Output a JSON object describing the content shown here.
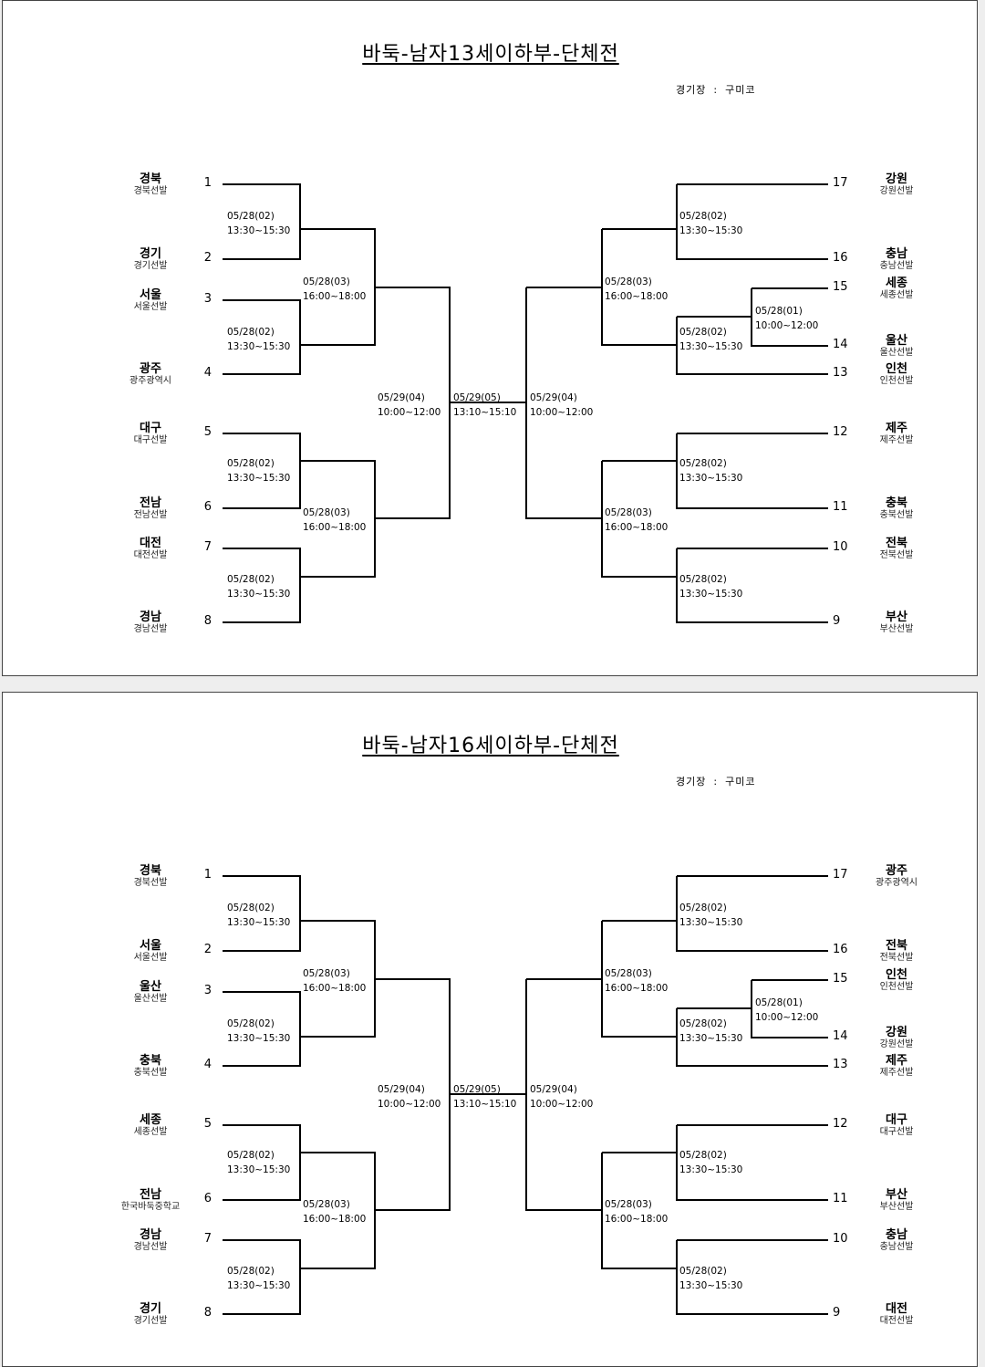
{
  "brackets": [
    {
      "title": "바둑-남자13세이하부-단체전",
      "venue_label": "경기장",
      "venue": "구미코",
      "left_teams": [
        {
          "seed": "1",
          "name": "경북",
          "sub": "경북선발"
        },
        {
          "seed": "2",
          "name": "경기",
          "sub": "경기선발"
        },
        {
          "seed": "3",
          "name": "서울",
          "sub": "서울선발"
        },
        {
          "seed": "4",
          "name": "광주",
          "sub": "광주광역시"
        },
        {
          "seed": "5",
          "name": "대구",
          "sub": "대구선발"
        },
        {
          "seed": "6",
          "name": "전남",
          "sub": "전남선발"
        },
        {
          "seed": "7",
          "name": "대전",
          "sub": "대전선발"
        },
        {
          "seed": "8",
          "name": "경남",
          "sub": "경남선발"
        }
      ],
      "right_teams": [
        {
          "seed": "17",
          "name": "강원",
          "sub": "강원선발"
        },
        {
          "seed": "16",
          "name": "충남",
          "sub": "충남선발"
        },
        {
          "seed": "15",
          "name": "세종",
          "sub": "세종선발"
        },
        {
          "seed": "14",
          "name": "울산",
          "sub": "울산선발"
        },
        {
          "seed": "13",
          "name": "인천",
          "sub": "인천선발"
        },
        {
          "seed": "12",
          "name": "제주",
          "sub": "제주선발"
        },
        {
          "seed": "11",
          "name": "충북",
          "sub": "충북선발"
        },
        {
          "seed": "10",
          "name": "전북",
          "sub": "전북선발"
        },
        {
          "seed": "9",
          "name": "부산",
          "sub": "부산선발"
        }
      ],
      "schedules": {
        "r1": [
          "05/28(02)",
          "13:30~15:30"
        ],
        "qf": [
          "05/28(03)",
          "16:00~18:00"
        ],
        "sf": [
          "05/29(04)",
          "10:00~12:00"
        ],
        "final": [
          "05/29(05)",
          "13:10~15:10"
        ],
        "pre": [
          "05/28(01)",
          "10:00~12:00"
        ]
      }
    },
    {
      "title": "바둑-남자16세이하부-단체전",
      "venue_label": "경기장",
      "venue": "구미코",
      "left_teams": [
        {
          "seed": "1",
          "name": "경북",
          "sub": "경북선발"
        },
        {
          "seed": "2",
          "name": "서울",
          "sub": "서울선발"
        },
        {
          "seed": "3",
          "name": "울산",
          "sub": "울산선발"
        },
        {
          "seed": "4",
          "name": "충북",
          "sub": "충북선발"
        },
        {
          "seed": "5",
          "name": "세종",
          "sub": "세종선발"
        },
        {
          "seed": "6",
          "name": "전남",
          "sub": "한국바둑중학교"
        },
        {
          "seed": "7",
          "name": "경남",
          "sub": "경남선발"
        },
        {
          "seed": "8",
          "name": "경기",
          "sub": "경기선발"
        }
      ],
      "right_teams": [
        {
          "seed": "17",
          "name": "광주",
          "sub": "광주광역시"
        },
        {
          "seed": "16",
          "name": "전북",
          "sub": "전북선발"
        },
        {
          "seed": "15",
          "name": "인천",
          "sub": "인천선발"
        },
        {
          "seed": "14",
          "name": "강원",
          "sub": "강원선발"
        },
        {
          "seed": "13",
          "name": "제주",
          "sub": "제주선발"
        },
        {
          "seed": "12",
          "name": "대구",
          "sub": "대구선발"
        },
        {
          "seed": "11",
          "name": "부산",
          "sub": "부산선발"
        },
        {
          "seed": "10",
          "name": "충남",
          "sub": "충남선발"
        },
        {
          "seed": "9",
          "name": "대전",
          "sub": "대전선발"
        }
      ],
      "schedules": {
        "r1": [
          "05/28(02)",
          "13:30~15:30"
        ],
        "qf": [
          "05/28(03)",
          "16:00~18:00"
        ],
        "sf": [
          "05/29(04)",
          "10:00~12:00"
        ],
        "final": [
          "05/29(05)",
          "13:10~15:10"
        ],
        "pre": [
          "05/28(01)",
          "10:00~12:00"
        ]
      }
    }
  ]
}
